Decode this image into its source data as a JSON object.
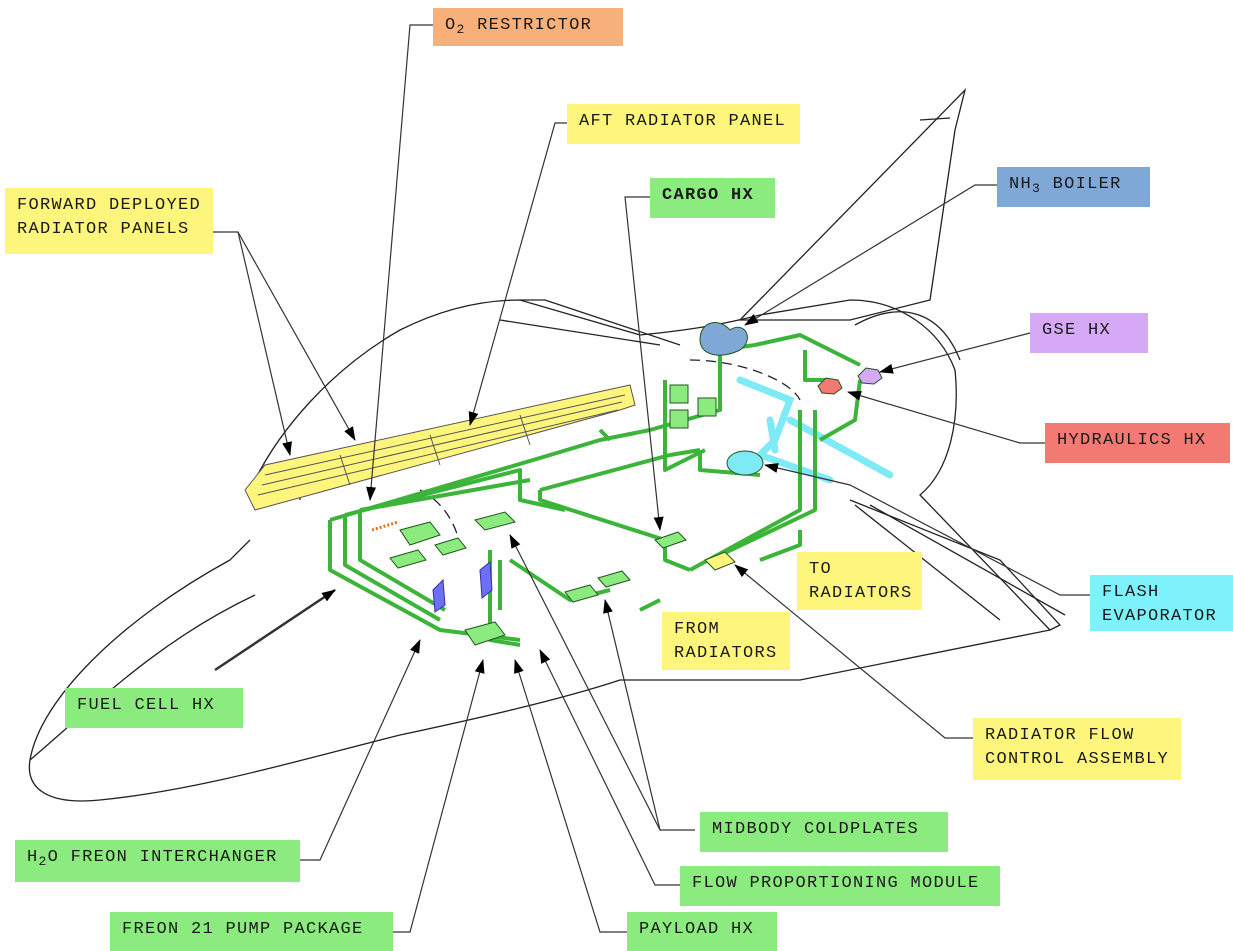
{
  "colors": {
    "orange": "#f8b07a",
    "yellow": "#fdf57c",
    "green": "#8ceb7e",
    "blue": "#7fa8d6",
    "purple": "#d6a9f7",
    "red": "#f27a73",
    "cyan": "#7ef2fb",
    "pipe_green": "#3cb43a",
    "pipe_cyan": "#7eeaf5"
  },
  "labels": {
    "o2_restrictor": {
      "prefix": "O",
      "sub": "2",
      "suffix": " RESTRICTOR"
    },
    "aft_radiator_panel": "AFT RADIATOR PANEL",
    "forward_deployed_radiator_panels": [
      "FORWARD DEPLOYED",
      "RADIATOR PANELS"
    ],
    "cargo_hx": "CARGO HX",
    "nh3_boiler": {
      "prefix": "NH",
      "sub": "3",
      "suffix": " BOILER"
    },
    "gse_hx": "GSE HX",
    "hydraulics_hx": "HYDRAULICS HX",
    "to_radiators": [
      "TO",
      "RADIATORS"
    ],
    "flash_evaporator": [
      "FLASH",
      "EVAPORATOR"
    ],
    "from_radiators": [
      "FROM",
      "RADIATORS"
    ],
    "radiator_flow_control_assembly": [
      "RADIATOR FLOW",
      "CONTROL ASSEMBLY"
    ],
    "fuel_cell_hx": "FUEL CELL HX",
    "midbody_coldplates": "MIDBODY COLDPLATES",
    "h2o_freon_interchanger": {
      "prefix": "H",
      "sub": "2",
      "suffix": "O FREON INTERCHANGER"
    },
    "flow_proportioning_module": "FLOW PROPORTIONING MODULE",
    "freon_21_pump_package": "FREON 21 PUMP PACKAGE",
    "payload_hx": "PAYLOAD HX"
  }
}
